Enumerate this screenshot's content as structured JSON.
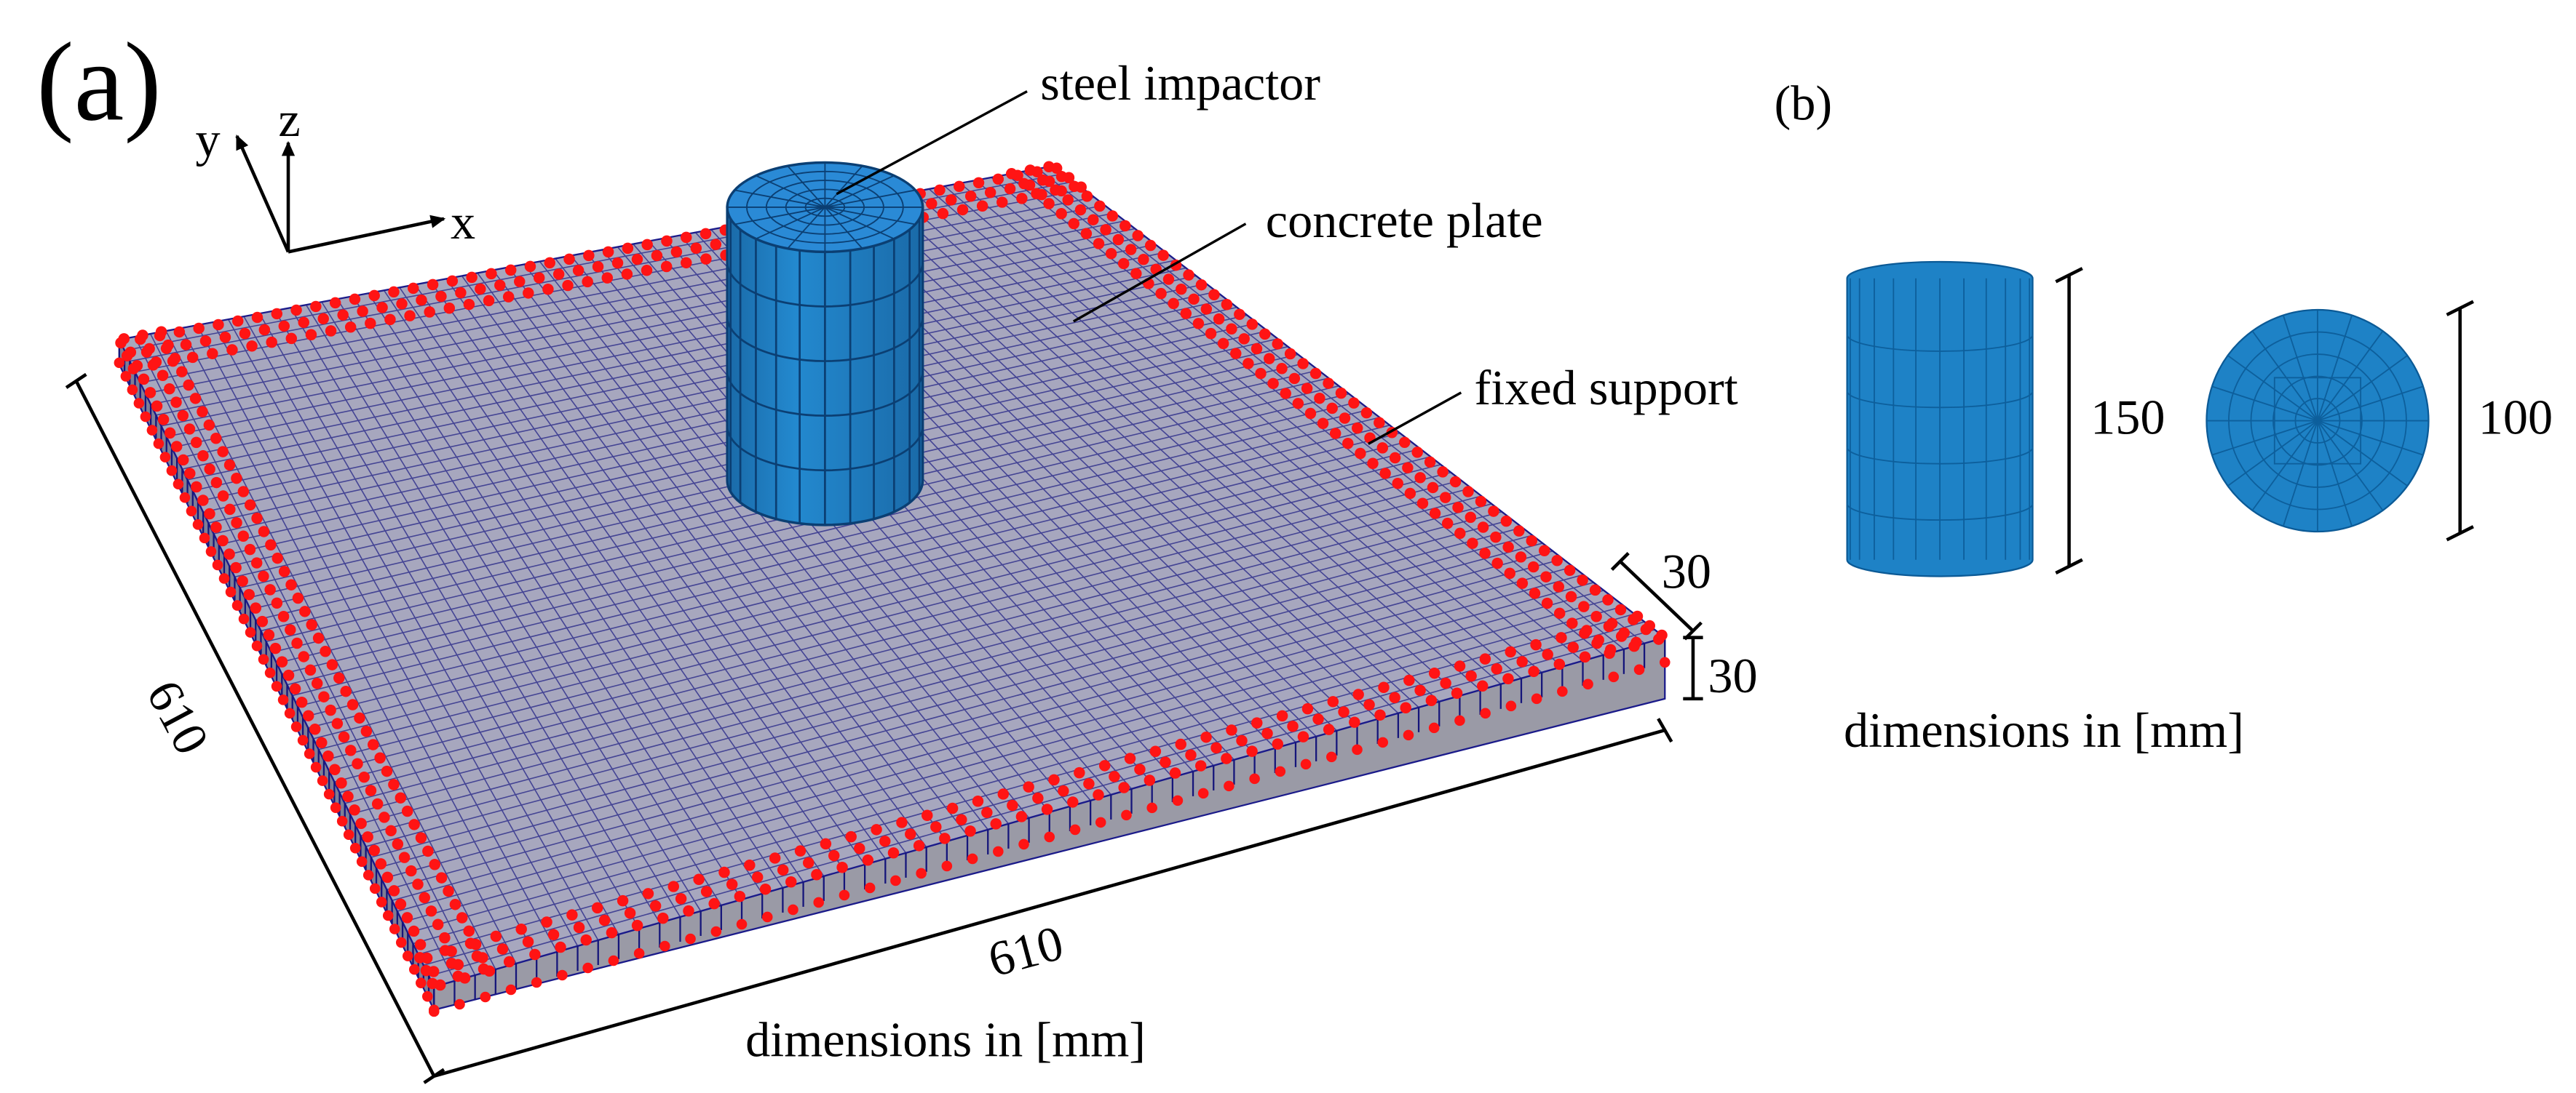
{
  "panel_a": {
    "label": "(a)",
    "axes": {
      "x": "x",
      "y": "y",
      "z": "z"
    },
    "annotations": {
      "impactor": "steel impactor",
      "plate": "concrete plate",
      "support": "fixed support"
    },
    "dimensions": {
      "left_edge": "610",
      "front_edge": "610",
      "border_width": "30",
      "thickness": "30"
    },
    "units_note": "dimensions in [mm]"
  },
  "panel_b": {
    "label": "(b)",
    "dimensions": {
      "height": "150",
      "diameter": "100"
    },
    "units_note": "dimensions in [mm]"
  },
  "colors": {
    "plate_top": "#a7a7be",
    "plate_side": "#8e8e9c",
    "mesh": "#1a1a8a",
    "support_dots": "#ff1414",
    "impactor": "#1f7dc0",
    "impactor_mesh": "#0b3f73"
  }
}
